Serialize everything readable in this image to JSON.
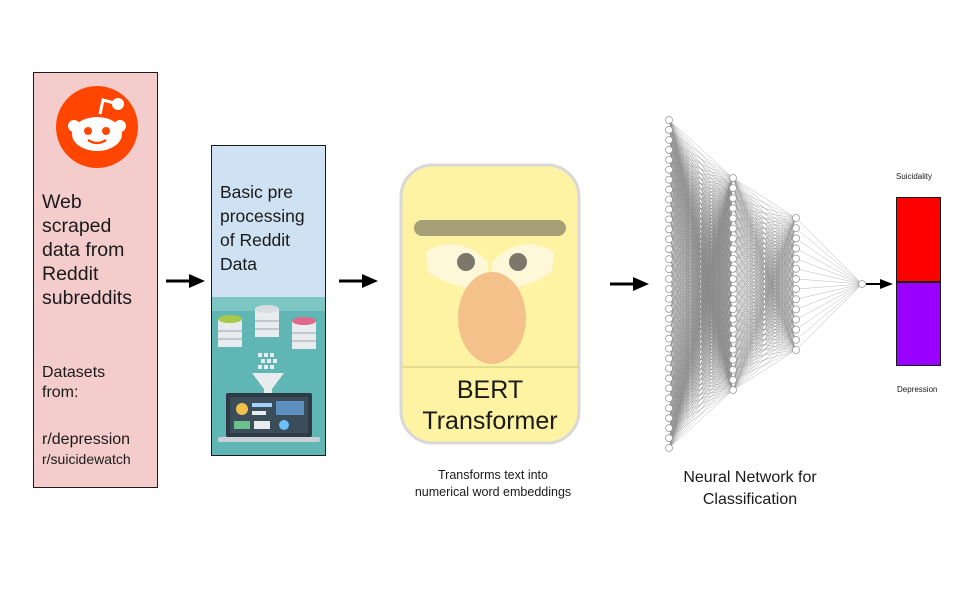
{
  "reddit": {
    "title_lines": [
      "Web",
      "scraped",
      "data from",
      "Reddit",
      "subreddits"
    ],
    "datasets_lines": [
      "Datasets",
      "from:"
    ],
    "subreddit_1": "r/depression",
    "subreddit_2": "r/suicidewatch",
    "logo": "reddit-logo"
  },
  "preprocessing": {
    "title_lines": [
      "Basic pre",
      "processing",
      "of Reddit",
      "Data"
    ],
    "illustration": "database-funnel-laptop-illustration"
  },
  "bert": {
    "label_lines": [
      "BERT",
      "Transformer"
    ],
    "caption_lines": [
      "Transforms text into",
      "numerical word embeddings"
    ],
    "face": "bert-muppet-face"
  },
  "neural_network": {
    "caption_lines": [
      "Neural Network for",
      "Classification"
    ],
    "layer_sizes": [
      34,
      22,
      14,
      1
    ]
  },
  "output": {
    "class_1": "Suicidality",
    "class_2": "Depression",
    "class_1_color": "#ff0000",
    "class_2_color": "#9900ff"
  },
  "colors": {
    "reddit_panel": "#f4cccc",
    "reddit_orange": "#ff4500",
    "pre_panel": "#cfe2f3",
    "bert_face": "#fef3a2"
  }
}
